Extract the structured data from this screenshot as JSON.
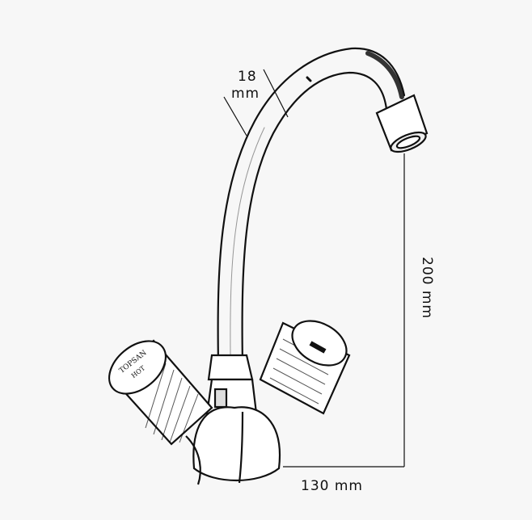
{
  "dimensions": {
    "pipe_value": "18",
    "pipe_unit": "mm",
    "height": "200 mm",
    "base_width": "130 mm"
  },
  "handle_left": {
    "brand": "TOPSAN",
    "mark": "HOT"
  },
  "colors": {
    "line": "#111111",
    "background": "#f7f7f7",
    "shade": "#cfcfcf"
  }
}
